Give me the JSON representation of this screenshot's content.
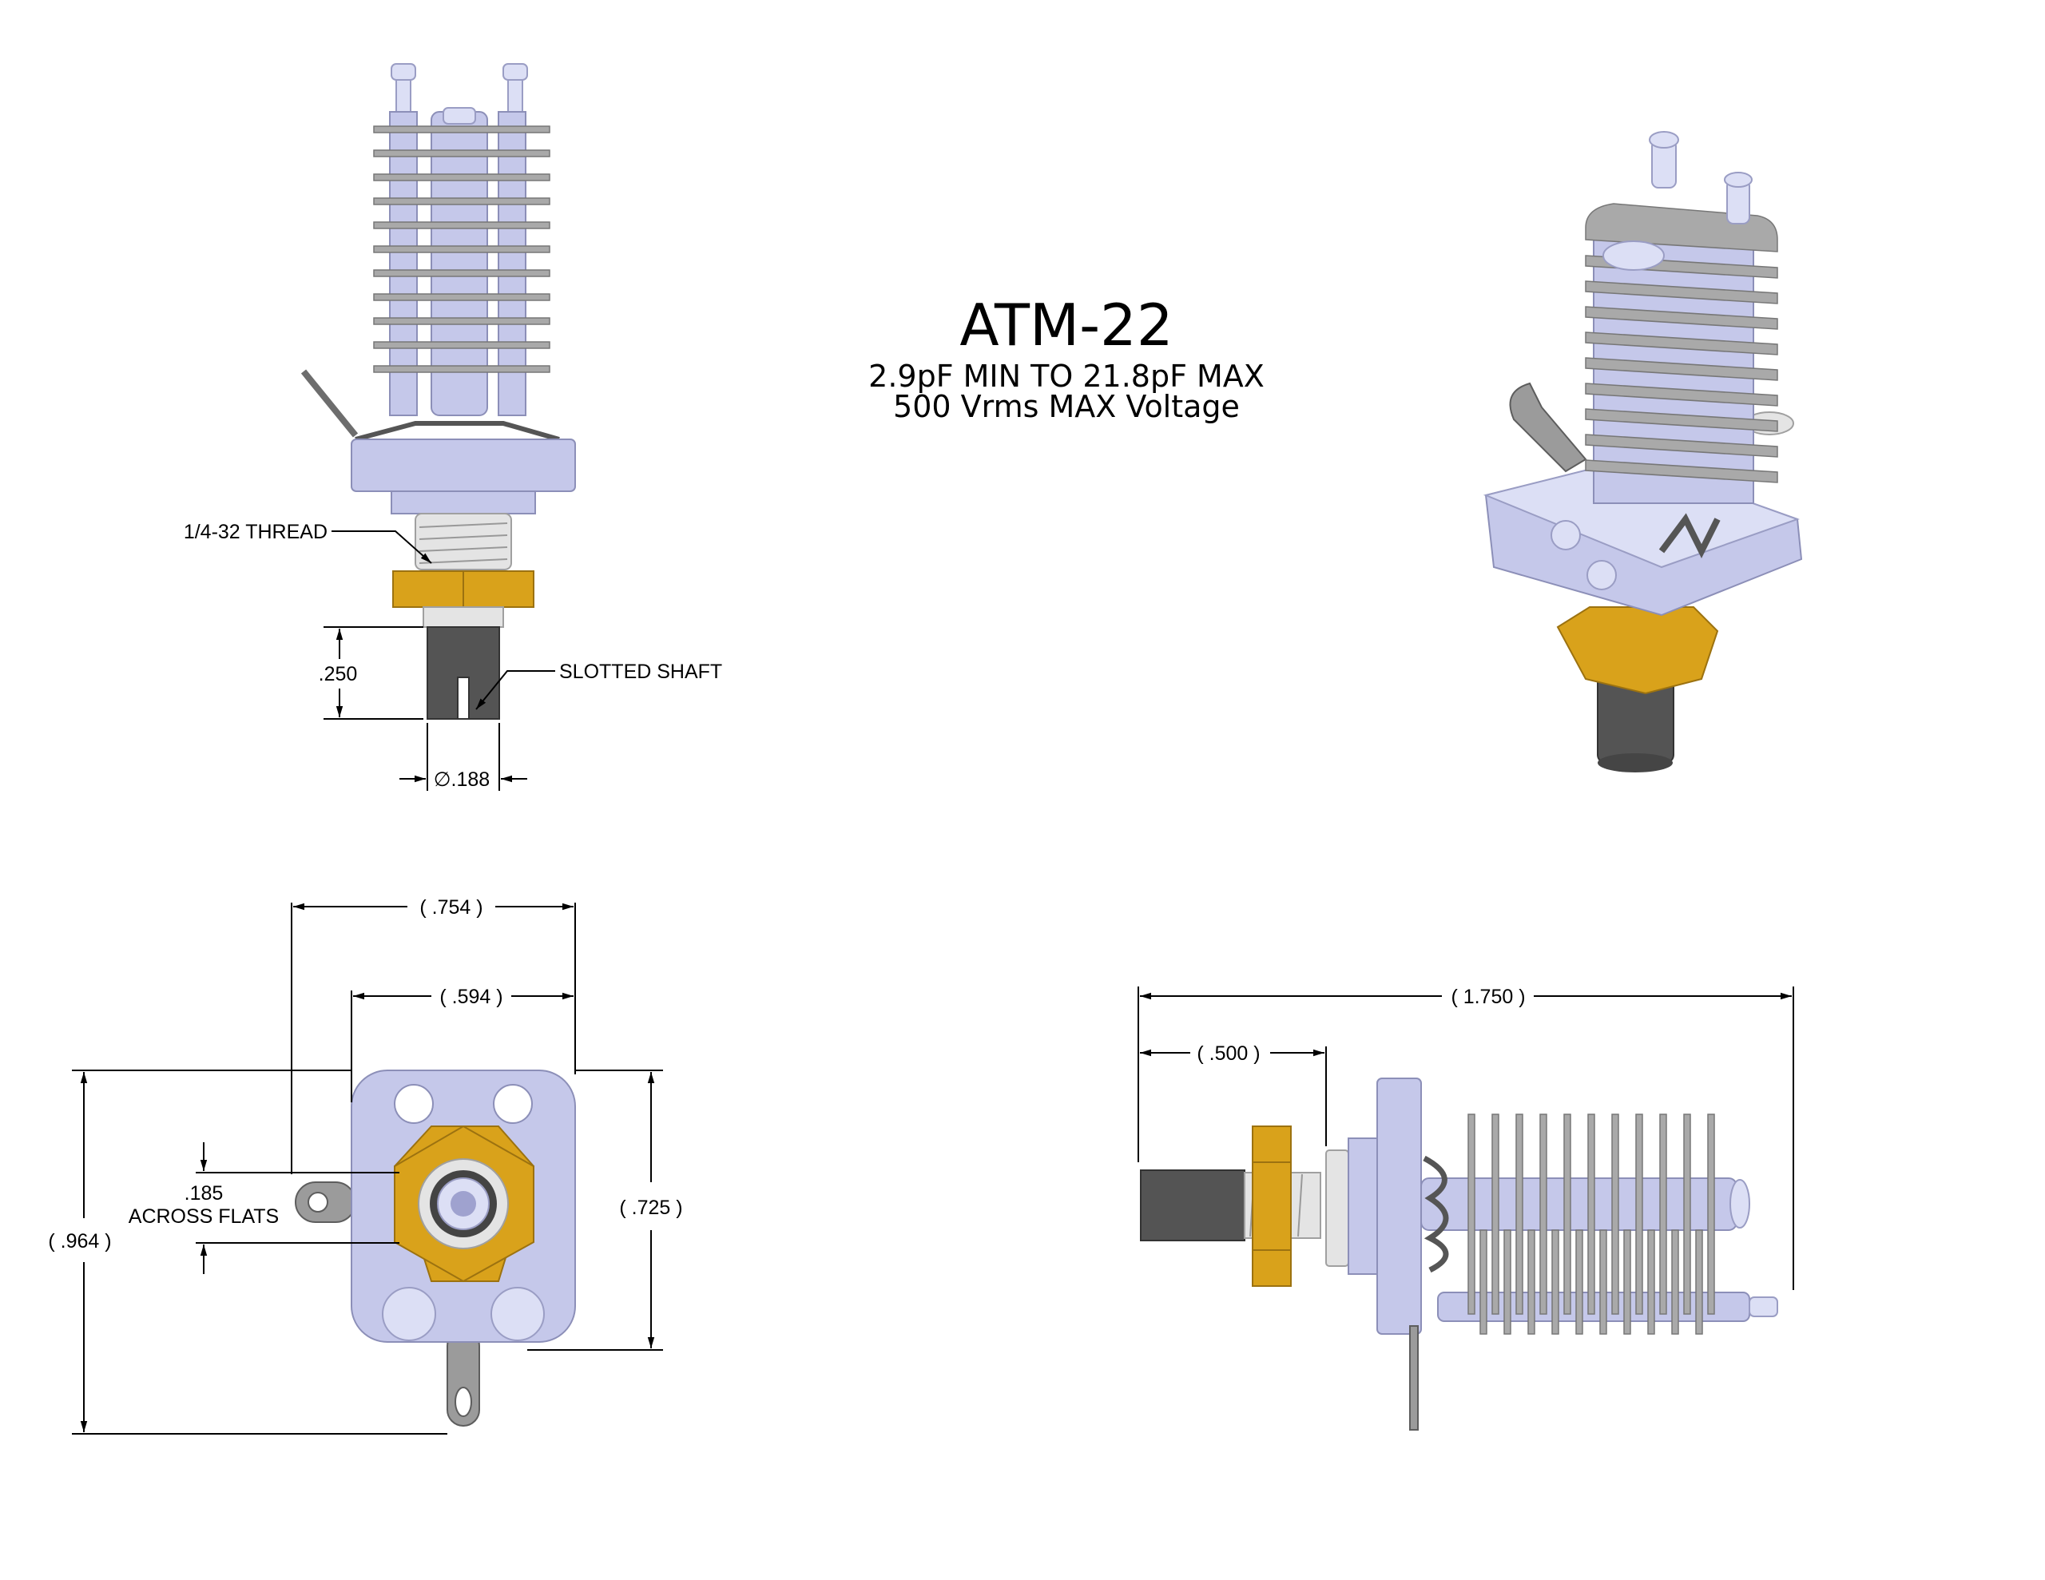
{
  "title": {
    "model": "ATM-22",
    "capacitance": "2.9pF MIN TO 21.8pF MAX",
    "voltage": "500 Vrms MAX Voltage"
  },
  "front_view": {
    "thread_label": "1/4-32 THREAD",
    "shaft_label": "SLOTTED SHAFT",
    "shaft_length": ".250",
    "shaft_diameter": "∅.188"
  },
  "bottom_view": {
    "overall_width": "( .754 )",
    "hole_spacing": "( .594 )",
    "overall_height": "( .964 )",
    "body_height": "( .725 )",
    "across_flats_value": ".185",
    "across_flats_label": "ACROSS FLATS"
  },
  "side_view": {
    "overall_length": "( 1.750 )",
    "shaft_length": "( .500 )"
  },
  "colors": {
    "body": "#c5c8ea",
    "nut": "#d9a21b",
    "shaft": "#545454",
    "fins": "#a9a9a9"
  }
}
